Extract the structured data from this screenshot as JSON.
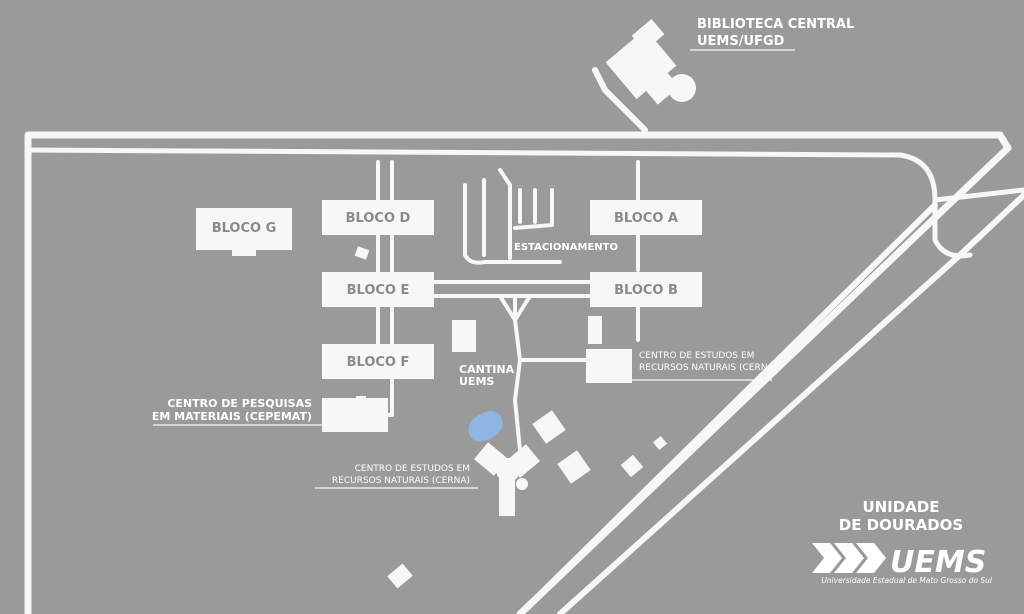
{
  "map": {
    "buildings": {
      "bloco_a": "BLOCO A",
      "bloco_b": "BLOCO B",
      "bloco_d": "BLOCO D",
      "bloco_e": "BLOCO E",
      "bloco_f": "BLOCO F",
      "bloco_g": "BLOCO G"
    },
    "labels": {
      "estacionamento": "ESTACIONAMENTO",
      "cantina_line1": "CANTINA",
      "cantina_line2": "UEMS",
      "biblioteca_line1": "BIBLIOTECA CENTRAL",
      "biblioteca_line2": "UEMS/UFGD",
      "cepemat_line1": "CENTRO DE PESQUISAS",
      "cepemat_line2": "EM MATERIAIS (CEPEMAT)",
      "cerna_right_line1": "CENTRO DE ESTUDOS EM",
      "cerna_right_line2": "RECURSOS NATURAIS (CERNA)",
      "cerna_bottom_line1": "CENTRO DE ESTUDOS EM",
      "cerna_bottom_line2": "RECURSOS NATURAIS (CERNA)"
    },
    "branding": {
      "unit_line1": "UNIDADE",
      "unit_line2": "DE DOURADOS",
      "logo_text": "UEMS",
      "logo_subtitle": "Universidade Estadual de Mato Grosso do Sul"
    },
    "colors": {
      "background": "#9a9a9a",
      "roads_buildings": "#f7f7f7",
      "lake": "#8fb6e0",
      "building_text": "#8a8a8a"
    }
  }
}
